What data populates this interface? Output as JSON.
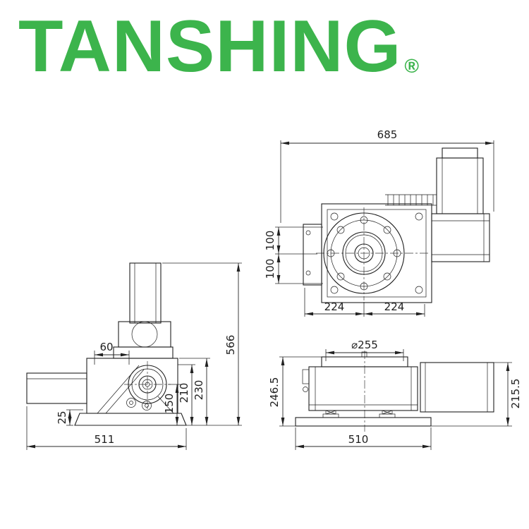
{
  "logo": {
    "brand": "TANSHING",
    "registered_mark": "®",
    "color": "#3cb44c"
  },
  "drawing": {
    "stroke_color": "#1f1f1f",
    "views": {
      "top": {
        "overall_width": "685",
        "upper_offset": "100",
        "lower_offset": "100",
        "left_half": "224",
        "right_half": "224"
      },
      "side": {
        "top_width": "60",
        "overall_height": "566",
        "dim_230": "230",
        "dim_210": "210",
        "dim_150": "150",
        "dim_25": "25",
        "overall_length": "511"
      },
      "front": {
        "table_diameter": "⌀255",
        "height_left": "246.5",
        "height_right": "215.5",
        "base_width": "510"
      }
    }
  }
}
